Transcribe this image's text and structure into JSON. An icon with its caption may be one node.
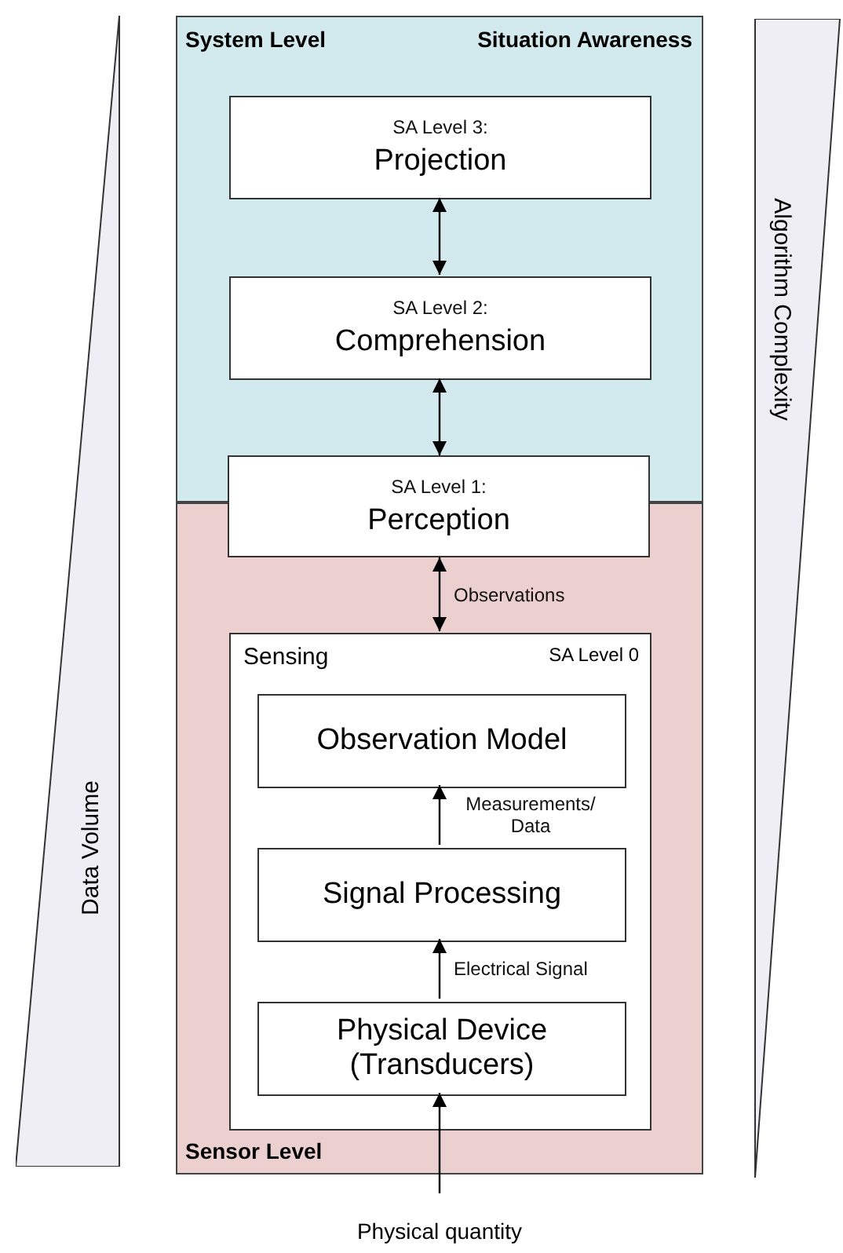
{
  "diagram": {
    "nodes": [
      {
        "text": [
          "System Level",
          "Situation Awareness"
        ]
      },
      {
        "text": [
          "SA Level 3:",
          "Projection"
        ],
        "in": 0
      },
      {
        "text": [
          "SA Level 2:",
          "Comprehension"
        ],
        "in": 0
      },
      {
        "text": [
          "SA Level 1:",
          "Perception"
        ]
      },
      {
        "text": [
          "Sensor Level"
        ]
      },
      {
        "text": [
          "Sensing",
          "SA Level 0"
        ],
        "in": 4
      },
      {
        "text": [
          "Observation Model"
        ],
        "in": 5
      },
      {
        "text": [
          "Signal Processing"
        ],
        "in": 5
      },
      {
        "text": [
          "Physical Device (Transducers)"
        ],
        "in": 5
      },
      {
        "text": [
          "Physical quantity"
        ]
      },
      {
        "text": [
          "Data Volume"
        ]
      },
      {
        "text": [
          "Algorithm Complexity"
        ]
      }
    ],
    "edges": [
      {
        "from": 1,
        "to": 2,
        "arrow": "both"
      },
      {
        "from": 2,
        "to": 3,
        "arrow": "both"
      },
      {
        "from": 3,
        "to": 5,
        "arrow": "both",
        "label": "Observations"
      },
      {
        "from": 7,
        "to": 6,
        "arrow": "to",
        "label": "Measurements/ Data"
      },
      {
        "from": 8,
        "to": 7,
        "arrow": "to",
        "label": "Electrical Signal"
      },
      {
        "from": 9,
        "to": 8,
        "arrow": "to"
      }
    ]
  }
}
